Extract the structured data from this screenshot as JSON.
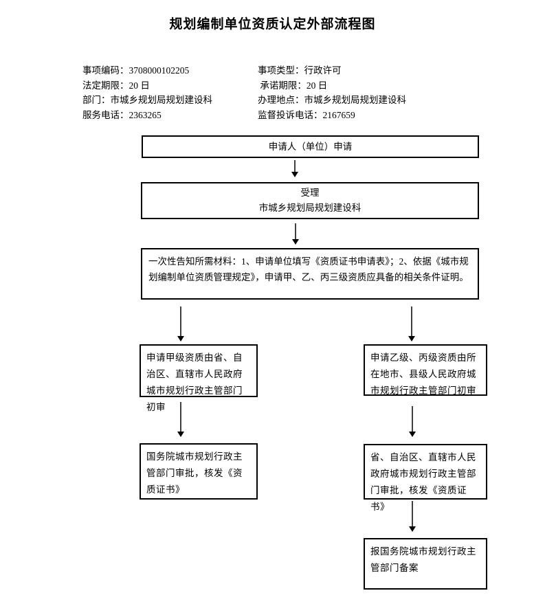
{
  "title": "规划编制单位资质认定外部流程图",
  "info": {
    "left": [
      "事项编码：3708000102205",
      "法定期限：20 日",
      "部门：市城乡规划局规划建设科",
      "服务电话：2363265"
    ],
    "right": [
      "事项类型：行政许可",
      " 承诺期限：20 日",
      "办理地点：市城乡规划局规划建设科",
      "监督投诉电话：2167659"
    ]
  },
  "flowchart": {
    "nodes": {
      "apply": "申请人（单位）申请",
      "accept_title": "受理",
      "accept_dept": "市城乡规划局规划建设科",
      "materials": "一次性告知所需材料：1、申请单位填写《资质证书申请表》；2、依据《城市规划编制单位资质管理规定》，申请甲、乙、丙三级资质应具备的相关条件证明。",
      "jia_initial_review": "申请甲级资质由省、自治区、直辖市人民政府城市规划行政主管部门初审",
      "yi_bing_initial_review": "申请乙级、丙级资质由所在地市、县级人民政府城市规划行政主管部门初审",
      "jia_approval": "国务院城市规划行政主管部门审批，核发《资质证书》",
      "yi_bing_approval": "省、自治区、直辖市人民政府城市规划行政主管部门审批，核发《资质证书》",
      "filing": "报国务院城市规划行政主管部门备案"
    },
    "colors": {
      "background": "#ffffff",
      "border": "#000000",
      "text": "#000000",
      "arrow_shaft": "#404040",
      "arrow_head": "#000000"
    }
  }
}
